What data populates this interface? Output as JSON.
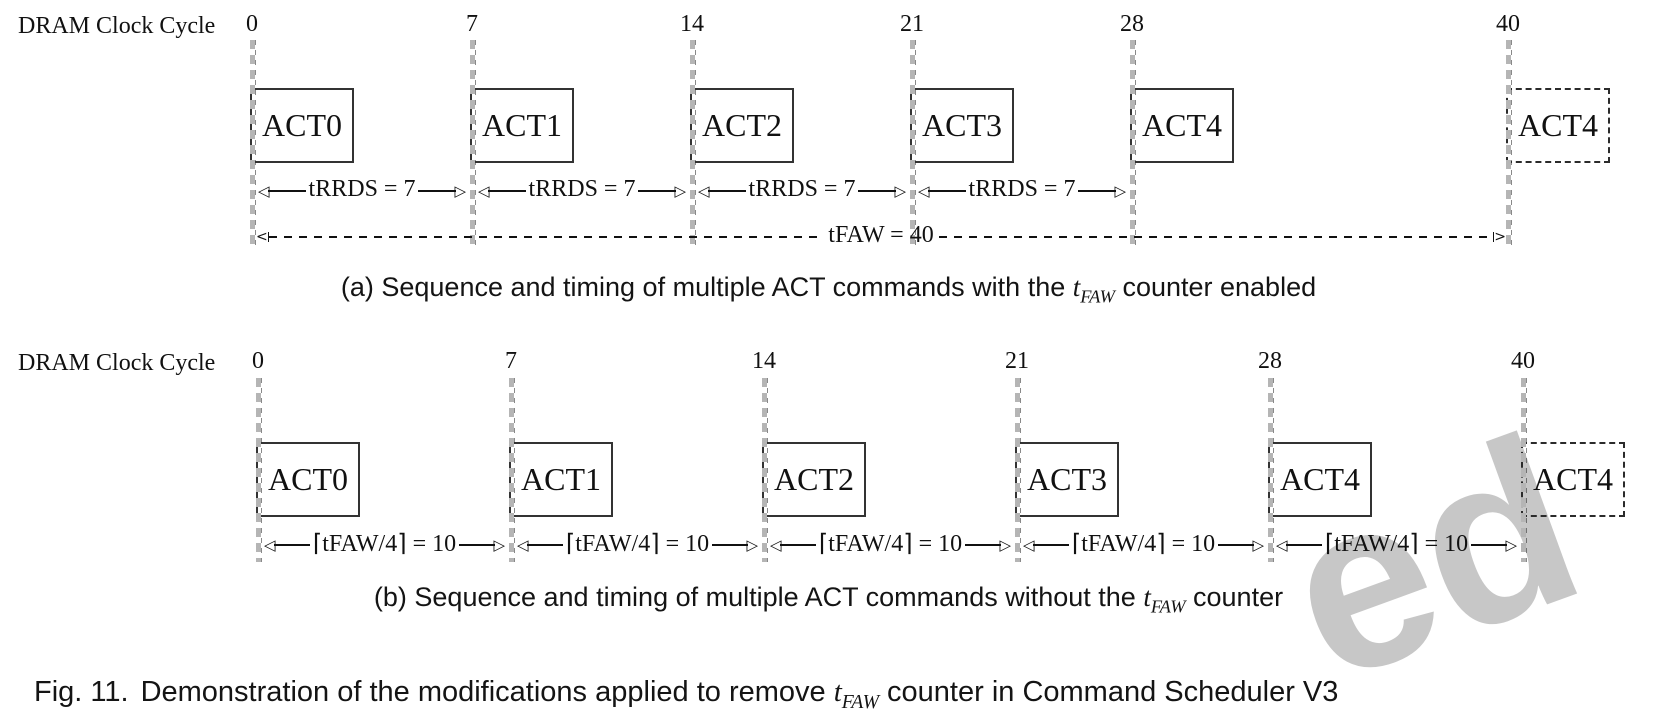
{
  "watermark": {
    "text": "ed",
    "color": "#c7c7c7"
  },
  "diagram_a": {
    "axis_label": "DRAM Clock Cycle",
    "tick_labels": [
      "0",
      "7",
      "14",
      "21",
      "28",
      "40"
    ],
    "commands": [
      "ACT0",
      "ACT1",
      "ACT2",
      "ACT3",
      "ACT4"
    ],
    "ghost_command": "ACT4",
    "interval_label": "tRRDS = 7",
    "span_label": "tFAW = 40",
    "caption": {
      "prefix": "(a) Sequence and timing of multiple ACT commands with the ",
      "math_base": "t",
      "math_sub": "FAW",
      "suffix": " counter enabled"
    }
  },
  "diagram_b": {
    "axis_label": "DRAM Clock Cycle",
    "tick_labels": [
      "0",
      "7",
      "14",
      "21",
      "28",
      "40"
    ],
    "commands": [
      "ACT0",
      "ACT1",
      "ACT2",
      "ACT3",
      "ACT4"
    ],
    "ghost_command": "ACT4",
    "interval_label": "⌈tFAW/4⌉ = 10",
    "caption": {
      "prefix": "(b) Sequence and timing of multiple ACT commands without the ",
      "math_base": "t",
      "math_sub": "FAW",
      "suffix": " counter"
    }
  },
  "figure_caption": {
    "label": "Fig. 11.",
    "prefix": "Demonstration of the modifications applied to remove ",
    "math_base": "t",
    "math_sub": "FAW",
    "suffix": " counter in Command Scheduler V3"
  }
}
